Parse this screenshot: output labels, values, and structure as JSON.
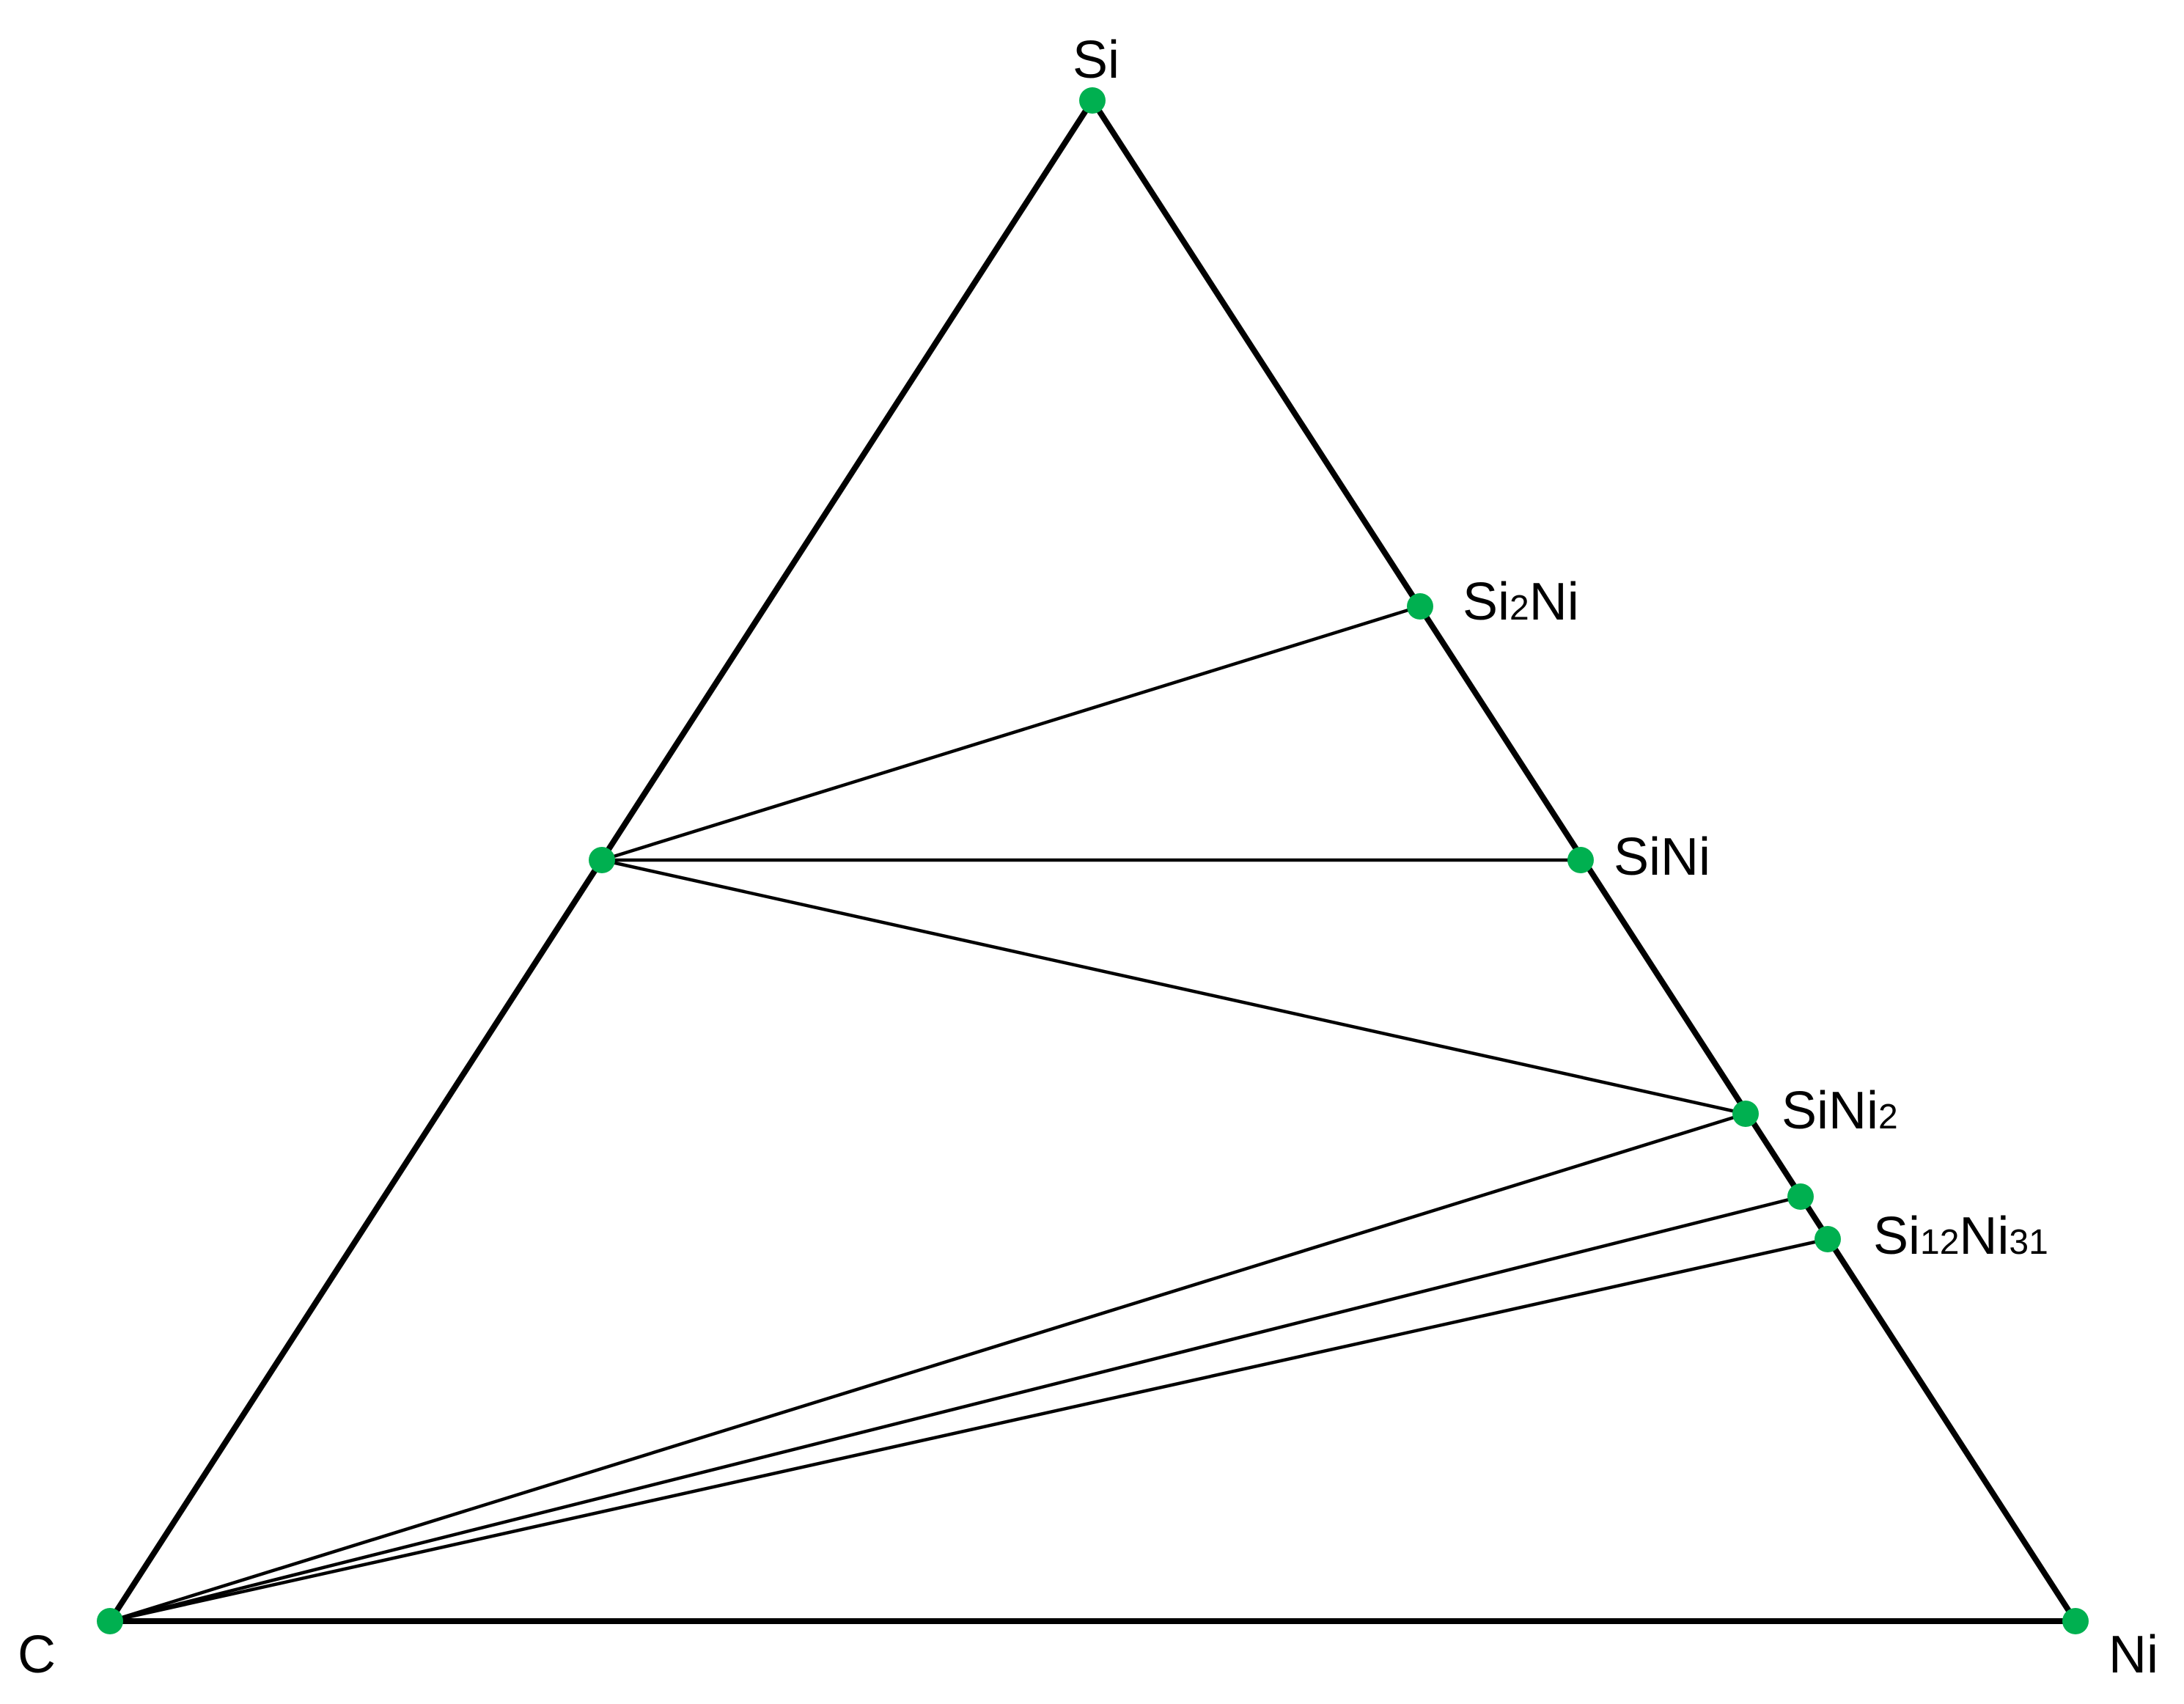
{
  "diagram": {
    "colors": {
      "line": "#000000",
      "node": "#00b050",
      "background": "#ffffff"
    },
    "vertices": {
      "si": {
        "label": "Si"
      },
      "c": {
        "label": "C"
      },
      "ni": {
        "label": "Ni"
      }
    },
    "compounds": {
      "si2ni": {
        "label_main": "Si",
        "label_sub1": "2",
        "label_main2": "Ni",
        "label_sub2": ""
      },
      "sini": {
        "label_main": "SiNi",
        "label_sub1": "",
        "label_main2": "",
        "label_sub2": ""
      },
      "sini2": {
        "label_main": "SiNi",
        "label_sub1": "2",
        "label_main2": "",
        "label_sub2": ""
      },
      "si12ni31": {
        "label_main": "Si",
        "label_sub1": "12",
        "label_main2": "Ni",
        "label_sub2": "31"
      }
    },
    "tie_lines": [
      [
        "SiC",
        "Si2Ni"
      ],
      [
        "SiC",
        "SiNi"
      ],
      [
        "SiC",
        "SiNi2"
      ],
      [
        "C",
        "SiNi2"
      ],
      [
        "C",
        "unlabeled-node"
      ],
      [
        "C",
        "Si12Ni31"
      ]
    ]
  }
}
